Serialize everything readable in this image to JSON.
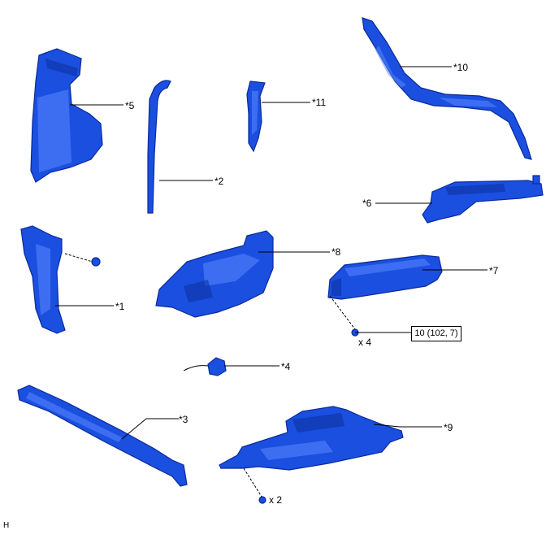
{
  "labels": {
    "p1": "*1",
    "p2": "*2",
    "p3": "*3",
    "p4": "*4",
    "p5": "*5",
    "p6": "*6",
    "p7": "*7",
    "p8": "*8",
    "p9": "*9",
    "p10": "*10",
    "p11": "*11"
  },
  "fastener": {
    "qty_7": "x 4",
    "qty_9": "x 2",
    "torque": "10 (102, 7)"
  },
  "corner_mark": "H",
  "colors": {
    "part_fill": "#1a4fe0",
    "part_edge": "#0b2a9a"
  }
}
